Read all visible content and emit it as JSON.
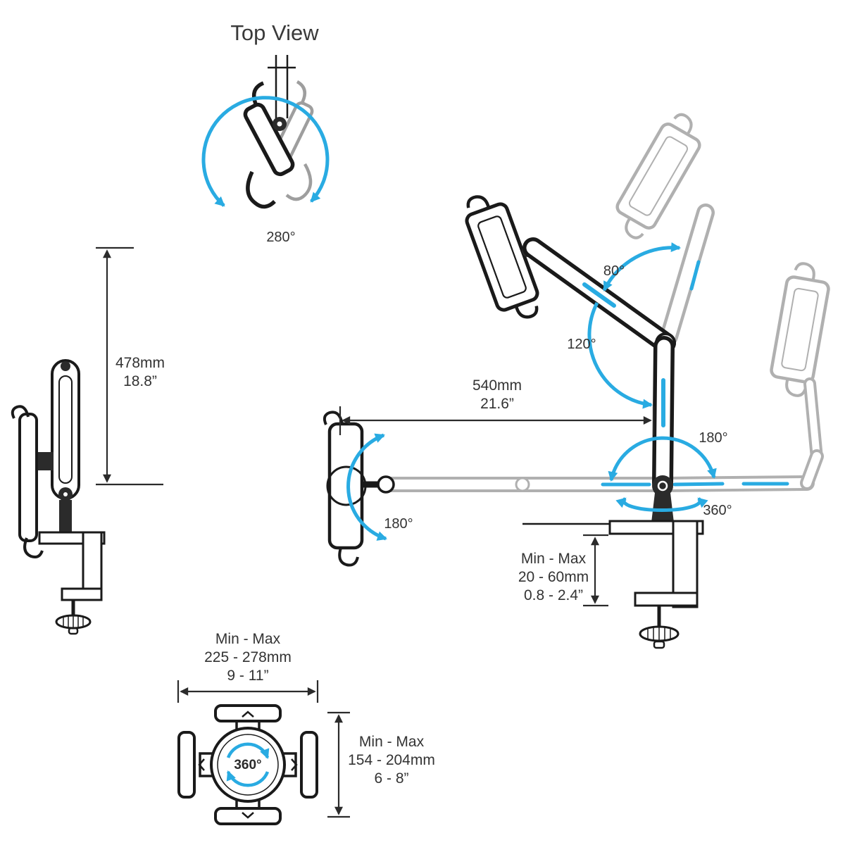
{
  "title": "Top View",
  "annotations": {
    "top_view_rotation": "280°",
    "upper_tilt": "80°",
    "lower_tilt": "120°",
    "right_arc_rotation": "180°",
    "base_rotation": "360°",
    "left_arc_rotation": "180°",
    "holder_rotation": "360°"
  },
  "dimensions": {
    "pole_height": {
      "metric": "478mm",
      "imperial": "18.8”"
    },
    "arm_length": {
      "metric": "540mm",
      "imperial": "21.6”"
    },
    "clamp_range": {
      "label": "Min - Max",
      "metric": "20 - 60mm",
      "imperial": "0.8 - 2.4”"
    },
    "holder_width": {
      "label": "Min - Max",
      "metric": "225 - 278mm",
      "imperial": "9 - 11”"
    },
    "holder_height": {
      "label": "Min - Max",
      "metric": "154 - 204mm",
      "imperial": "6 - 8”"
    }
  },
  "colors": {
    "line": "#1a1a1a",
    "ghost": "#b0b0b0",
    "accent": "#29abe2",
    "text": "#333333",
    "background": "#ffffff"
  }
}
